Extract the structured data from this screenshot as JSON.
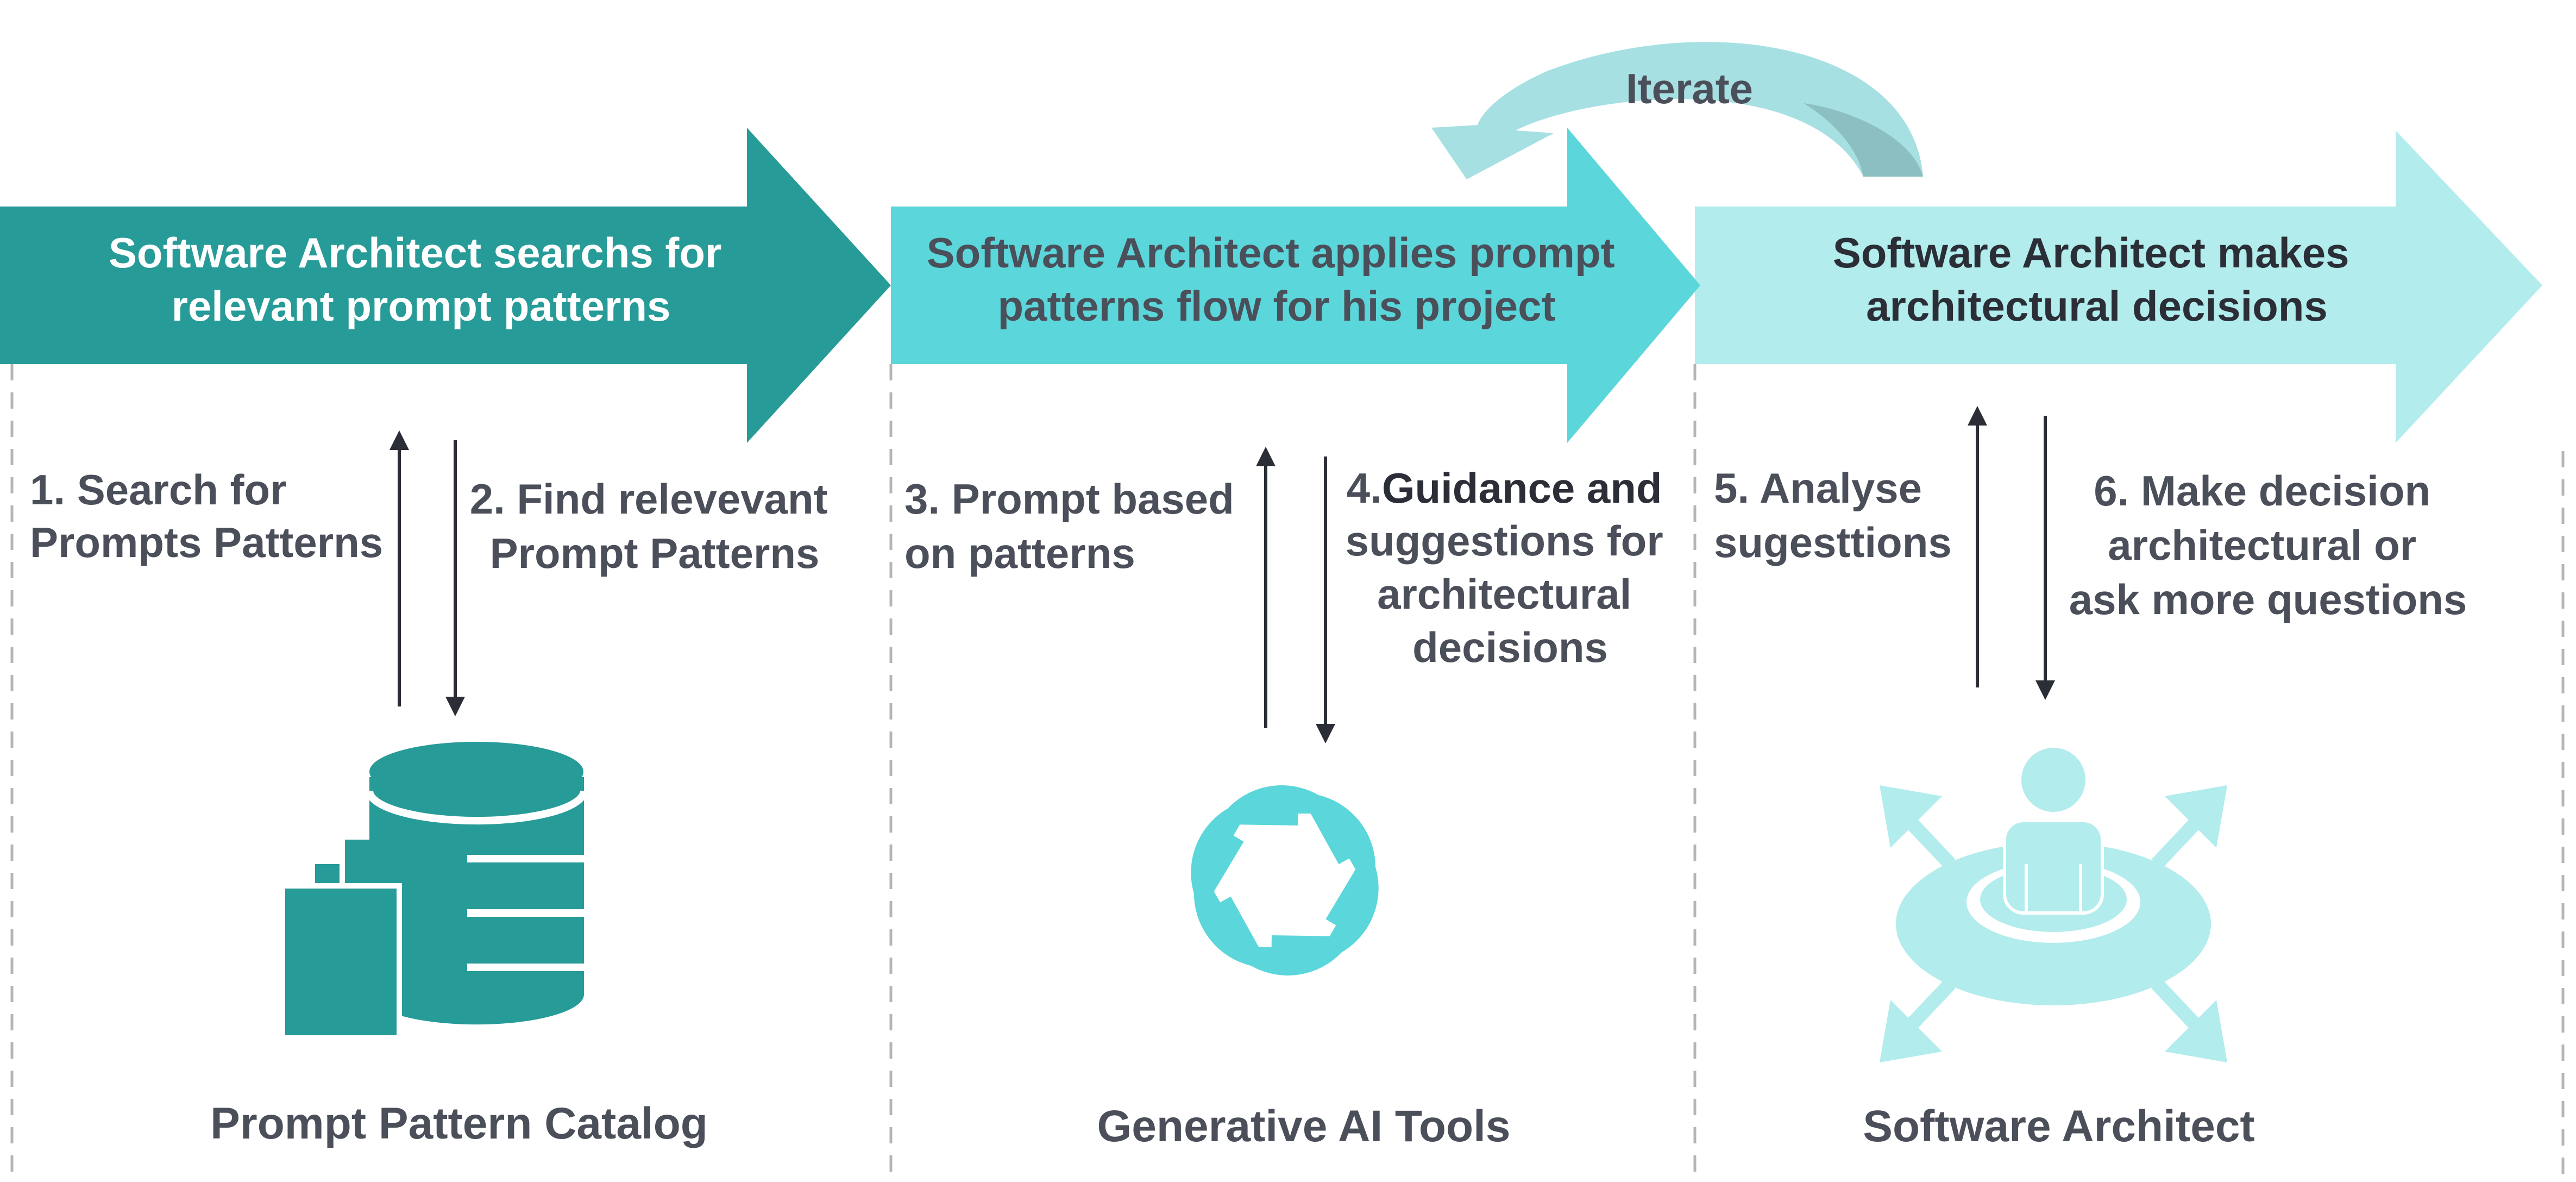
{
  "colors": {
    "stage1": "#279b98",
    "stage2": "#5bd6da",
    "stage3": "#b2eced",
    "iterate_arrow": "#a7e0e3",
    "iterate_arrow_dark": "#8cbfc1",
    "text_dark": "#4b4f5a",
    "text_white": "#ffffff",
    "divider": "#b5b5b5"
  },
  "iterate": {
    "label": "Iterate"
  },
  "stages": [
    {
      "banner_lines": [
        "Software Architect searchs for",
        "relevant prompt patterns"
      ],
      "step_up_lines": [
        "1. Search for",
        "Prompts Patterns"
      ],
      "step_down_lines": [
        "2. Find relevevant",
        "Prompt Patterns"
      ],
      "icon": "database-documents-icon",
      "label": "Prompt Pattern Catalog"
    },
    {
      "banner_lines": [
        "Software Architect applies prompt",
        "patterns flow for his project"
      ],
      "step_up_lines": [
        "3. Prompt based",
        "on patterns"
      ],
      "step_down_prefix": "4.",
      "step_down_lines": [
        "Guidance and",
        "suggestions for",
        "architectural",
        "decisions"
      ],
      "icon": "openai-knot-icon",
      "label": "Generative AI Tools"
    },
    {
      "banner_lines": [
        "Software Architect makes",
        "architectural decisions"
      ],
      "step_up_lines": [
        "5. Analyse",
        "sugesttions"
      ],
      "step_down_lines": [
        "6. Make decision",
        "architectural  or",
        "ask more questions"
      ],
      "icon": "architect-person-icon",
      "label": "Software Architect"
    }
  ]
}
